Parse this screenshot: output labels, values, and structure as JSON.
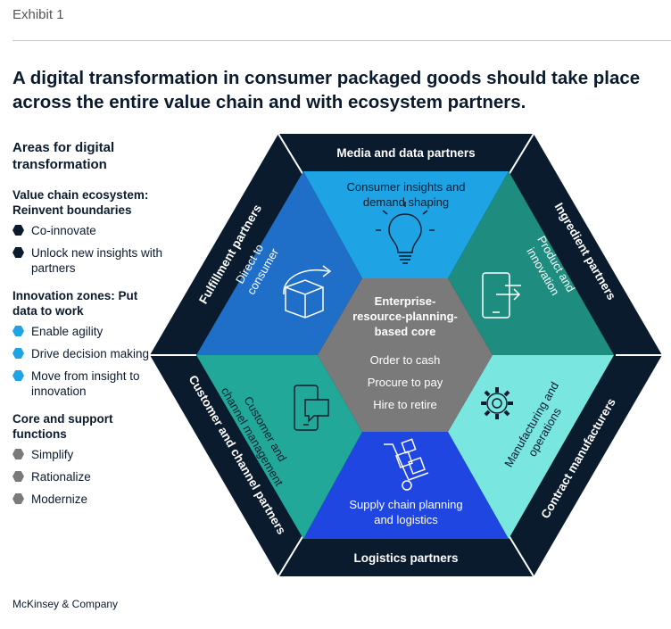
{
  "exhibit_label": "Exhibit 1",
  "title": "A digital transformation in consumer packaged goods should take place across the entire value chain and with ecosystem partners.",
  "legend": {
    "heading": "Areas for digital transformation",
    "groups": [
      {
        "title": "Value chain ecosystem: Reinvent boundaries",
        "color": "#0b1b2e",
        "items": [
          "Co-innovate",
          "Unlock new insights with partners"
        ]
      },
      {
        "title": "Innovation zones: Put data to work",
        "color": "#1ea4e4",
        "items": [
          "Enable agility",
          "Drive decision making",
          "Move from insight to innovation"
        ]
      },
      {
        "title": "Core and support functions",
        "color": "#7a7a7a",
        "items": [
          "Simplify",
          "Rationalize",
          "Modernize"
        ]
      }
    ]
  },
  "outer_partners": {
    "top": "Media and data partners",
    "top_right": "Ingredient partners",
    "bottom_right": "Contract manufacturers",
    "bottom": "Logistics partners",
    "bottom_left": "Customer and channel partners",
    "top_left": "Fulfillment partners"
  },
  "zones": {
    "top": {
      "label_line1": "Consumer insights and",
      "label_line2": "demand shaping",
      "icon": "lightbulb-icon"
    },
    "top_right": {
      "label_line1": "Product and",
      "label_line2": "innovation",
      "icon": "phone-transfer-icon"
    },
    "bottom_right": {
      "label_line1": "Manufacturing and",
      "label_line2": "operations",
      "icon": "gear-icon"
    },
    "bottom": {
      "label_line1": "Supply chain planning",
      "label_line2": "and logistics",
      "icon": "hand-truck-icon"
    },
    "bottom_left": {
      "label_line1": "Customer and",
      "label_line2": "channel management",
      "icon": "phone-chat-icon"
    },
    "top_left": {
      "label_line1": "Direct to",
      "label_line2": "consumer",
      "icon": "package-arrow-icon"
    }
  },
  "core": {
    "title_line1": "Enterprise-",
    "title_line2": "resource-planning-",
    "title_line3": "based core",
    "items": [
      "Order to cash",
      "Procure to pay",
      "Hire to retire"
    ]
  },
  "colors": {
    "outer": "#0b1b2e",
    "top": "#1ea4e4",
    "top_right": "#1e8c7e",
    "bottom_right": "#7ae6e0",
    "bottom": "#1f46e0",
    "bottom_left": "#22a898",
    "top_left": "#1f6fc8",
    "core": "#7a7a7a"
  },
  "footer": "McKinsey & Company"
}
